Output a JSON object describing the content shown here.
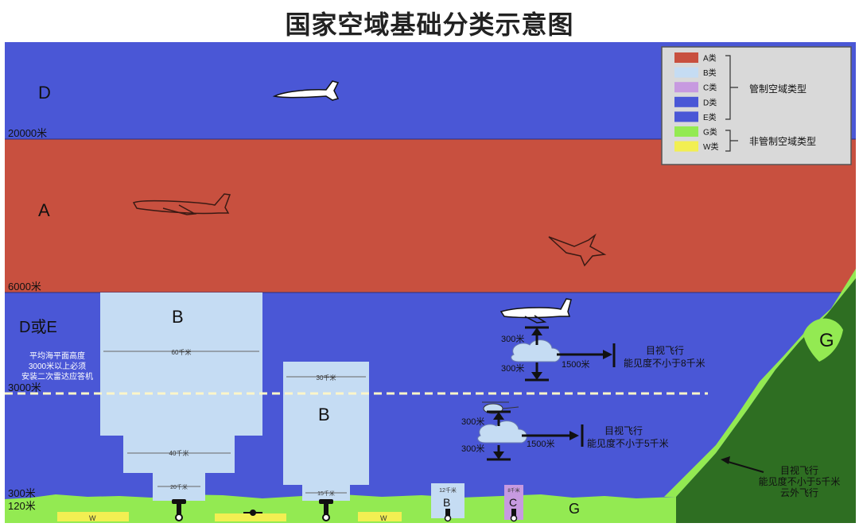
{
  "title": "国家空域基础分类示意图",
  "colors": {
    "airspace_blue": "#4a57d6",
    "class_a_red": "#c8503f",
    "class_b_lightblue": "#c5dcf3",
    "class_c_purple": "#c79ae0",
    "class_g_green": "#93ea52",
    "class_g_dark": "#2e6e22",
    "class_w_yellow": "#f2ef52"
  },
  "zones": {
    "top_d": "D",
    "class_a": "A",
    "d_or_e": "D或E",
    "class_b_large": "B",
    "class_b_medium": "B",
    "class_b_small": "B",
    "class_c": "C",
    "class_g_ground": "G",
    "class_g_mountain": "G",
    "w1": "W",
    "w2": "W"
  },
  "altitudes": {
    "alt_20000": "20000米",
    "alt_6000": "6000米",
    "alt_3000": "3000米",
    "alt_300": "300米",
    "alt_120": "120米"
  },
  "notes": {
    "transponder_line1": "平均海平面高度",
    "transponder_line2": "3000米以上必须",
    "transponder_line3": "安装二次雷达应答机"
  },
  "distances": {
    "b_large_top": "60千米",
    "b_large_mid": "40千米",
    "b_large_bottom": "20千米",
    "b_medium_top": "30千米",
    "b_medium_bottom": "15千米",
    "b_small_top": "12千米",
    "c_top": "8千米"
  },
  "vfr_upper": {
    "above": "300米",
    "below": "300米",
    "horizontal": "1500米",
    "rule_line1": "目视飞行",
    "rule_line2": "能见度不小于8千米"
  },
  "vfr_lower": {
    "above": "300米",
    "below": "300米",
    "horizontal": "1500米",
    "rule_line1": "目视飞行",
    "rule_line2": "能见度不小于5千米"
  },
  "vfr_g": {
    "line1": "目视飞行",
    "line2": "能见度不小于5千米",
    "line3": "云外飞行"
  },
  "legend": {
    "items": [
      {
        "label": "A类",
        "color": "#c8503f"
      },
      {
        "label": "B类",
        "color": "#c5dcf3"
      },
      {
        "label": "C类",
        "color": "#c79ae0"
      },
      {
        "label": "D类",
        "color": "#4a57d6"
      },
      {
        "label": "E类",
        "color": "#4a57d6"
      },
      {
        "label": "G类",
        "color": "#93ea52"
      },
      {
        "label": "W类",
        "color": "#f2ef52"
      }
    ],
    "controlled": "管制空域类型",
    "uncontrolled": "非管制空域类型"
  }
}
